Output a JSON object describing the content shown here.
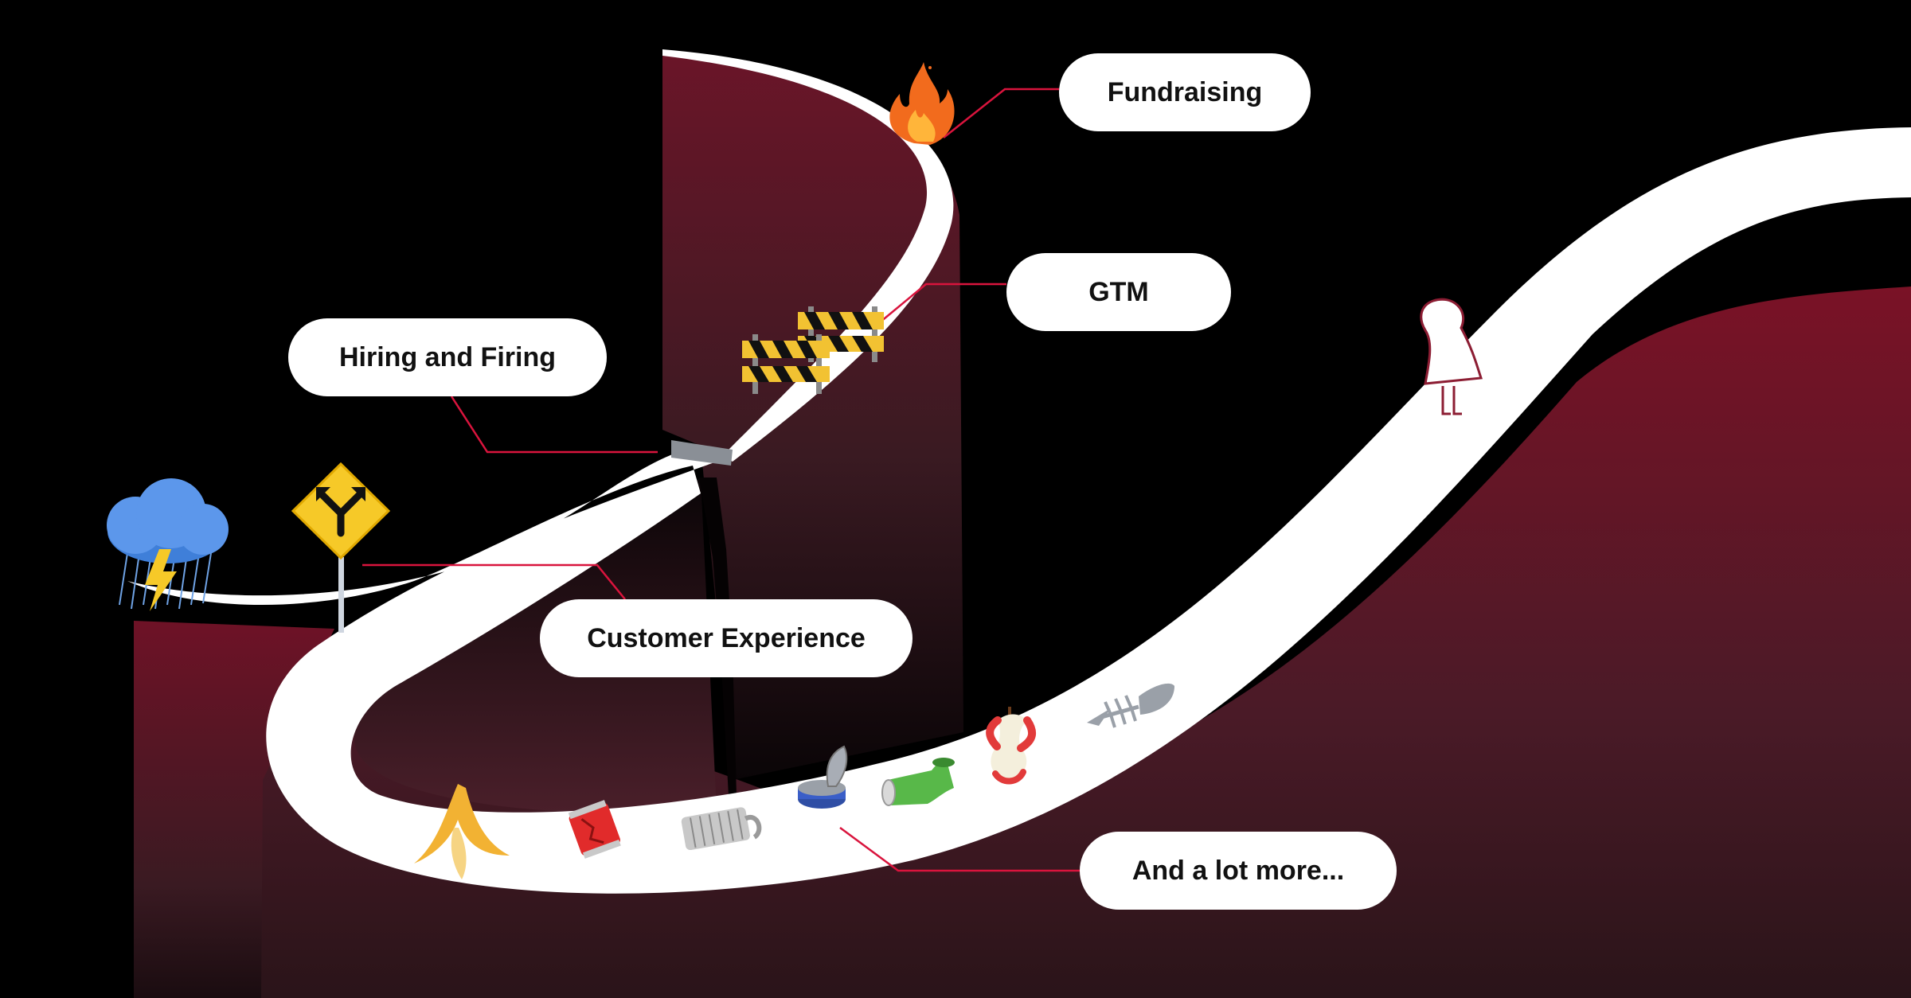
{
  "labels": {
    "fundraising": "Fundraising",
    "gtm": "GTM",
    "hiring": "Hiring and Firing",
    "customer_experience": "Customer Experience",
    "more": "And a lot more..."
  },
  "colors": {
    "background": "#000000",
    "wall": "#7a1226",
    "road": "#ffffff",
    "connector": "#d9143d",
    "barricade": "#f2c232"
  },
  "icons": [
    "storm-cloud-icon",
    "fork-road-sign-icon",
    "barricade-icon",
    "fire-icon",
    "hooded-figure-icon",
    "banana-peel-icon",
    "crushed-can-icon",
    "tin-can-icon",
    "open-tuna-can-icon",
    "bent-can-icon",
    "apple-core-icon",
    "fish-bone-icon"
  ]
}
